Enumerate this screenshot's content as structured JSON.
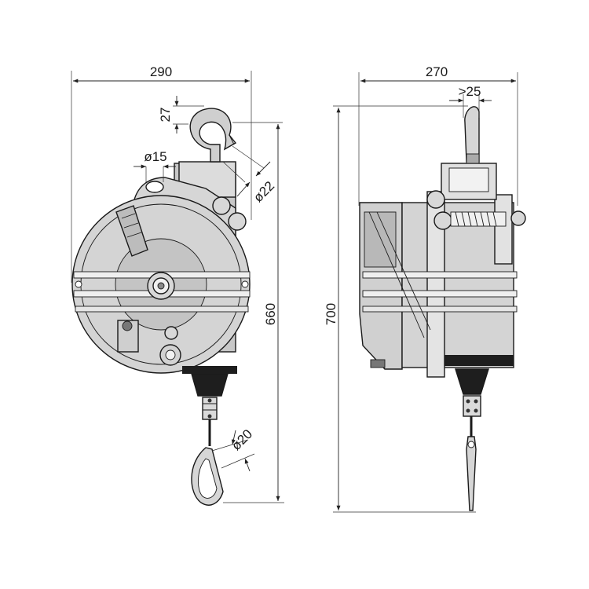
{
  "dimensions": {
    "front_width": "290",
    "side_width": "270",
    "front_height": "660",
    "side_height": "700",
    "hook_offset": "27",
    "hook_eye_diameter": "ø15",
    "hook_diameter": "ø22",
    "carabiner_diameter": "ø20",
    "hook_clearance": ">25"
  },
  "colors": {
    "body_fill": "#d4d4d4",
    "body_dark": "#9a9a9a",
    "body_light": "#ececec",
    "cone_fill": "#1e1e1e",
    "line": "#1a1a1a"
  }
}
